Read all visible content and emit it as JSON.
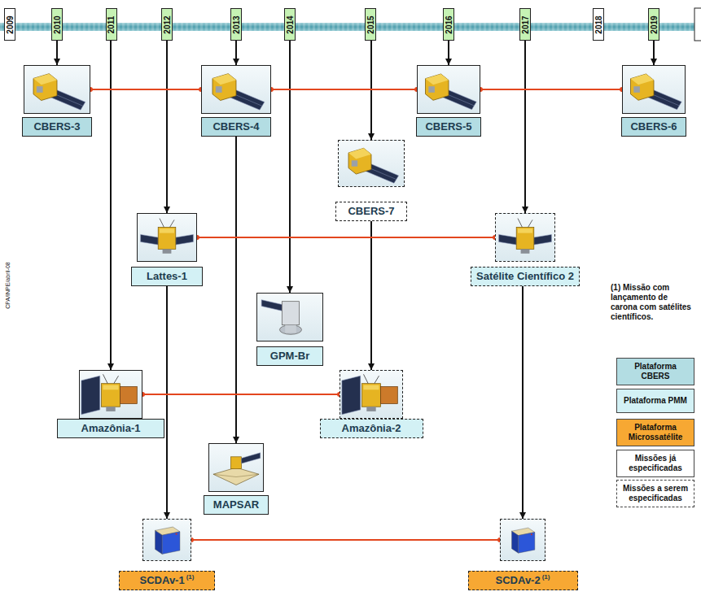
{
  "diagram": {
    "nodes": [
      {
        "text": [
          "2009"
        ]
      },
      {
        "text": [
          "2010"
        ]
      },
      {
        "text": [
          "2011"
        ]
      },
      {
        "text": [
          "2012"
        ]
      },
      {
        "text": [
          "2013"
        ]
      },
      {
        "text": [
          "2014"
        ]
      },
      {
        "text": [
          "2015"
        ]
      },
      {
        "text": [
          "2016"
        ]
      },
      {
        "text": [
          "2017"
        ]
      },
      {
        "text": [
          "2018"
        ]
      },
      {
        "text": [
          "2019"
        ]
      },
      {
        "text": [
          "CBERS-3"
        ]
      },
      {
        "text": [
          "CBERS-4"
        ]
      },
      {
        "text": [
          "CBERS-5"
        ]
      },
      {
        "text": [
          "CBERS-6"
        ]
      },
      {
        "text": [
          "CBERS-7"
        ]
      },
      {
        "text": [
          "Lattes-1"
        ]
      },
      {
        "text": [
          "Satélite Científico 2"
        ]
      },
      {
        "text": [
          "GPM-Br"
        ]
      },
      {
        "text": [
          "Amazônia-1"
        ]
      },
      {
        "text": [
          "Amazônia-2"
        ]
      },
      {
        "text": [
          "MAPSAR"
        ]
      },
      {
        "text": [
          "SCDAv-1",
          "(1)"
        ]
      },
      {
        "text": [
          "SCDAv-2",
          "(1)"
        ]
      }
    ],
    "edges": [
      {
        "from": 1,
        "to": 11,
        "arrow": "to"
      },
      {
        "from": 2,
        "to": 19,
        "arrow": "to"
      },
      {
        "from": 3,
        "to": 16,
        "arrow": "to"
      },
      {
        "from": 4,
        "to": 12,
        "arrow": "to"
      },
      {
        "from": 5,
        "to": 18,
        "arrow": "to"
      },
      {
        "from": 6,
        "to": 15,
        "arrow": "to"
      },
      {
        "from": 7,
        "to": 13,
        "arrow": "to"
      },
      {
        "from": 8,
        "to": 17,
        "arrow": "to"
      },
      {
        "from": 10,
        "to": 14,
        "arrow": "to"
      },
      {
        "from": 12,
        "to": 21,
        "arrow": "to"
      },
      {
        "from": 15,
        "to": 20,
        "arrow": "to"
      },
      {
        "from": 16,
        "to": 22,
        "arrow": "to"
      },
      {
        "from": 17,
        "to": 23,
        "arrow": "to"
      },
      {
        "from": 11,
        "to": 12,
        "arrow": "none"
      },
      {
        "from": 12,
        "to": 13,
        "arrow": "none"
      },
      {
        "from": 13,
        "to": 14,
        "arrow": "none"
      },
      {
        "from": 16,
        "to": 17,
        "arrow": "none"
      },
      {
        "from": 19,
        "to": 20,
        "arrow": "none"
      },
      {
        "from": 22,
        "to": 23,
        "arrow": "none"
      }
    ],
    "labels": [
      "CPA/INPE/abril-08",
      "(1) Missão com lançamento de carona com satélites científicos."
    ],
    "legend": [
      {
        "text": "Plataforma CBERS",
        "color": "#b3dde3"
      },
      {
        "text": "Plataforma PMM",
        "color": "#d3f1f5"
      },
      {
        "text": "Plataforma Microssatélite",
        "color": "#f7a833"
      },
      {
        "text": "Missões já especificadas"
      },
      {
        "text": "Missões a serem especificadas"
      }
    ]
  }
}
